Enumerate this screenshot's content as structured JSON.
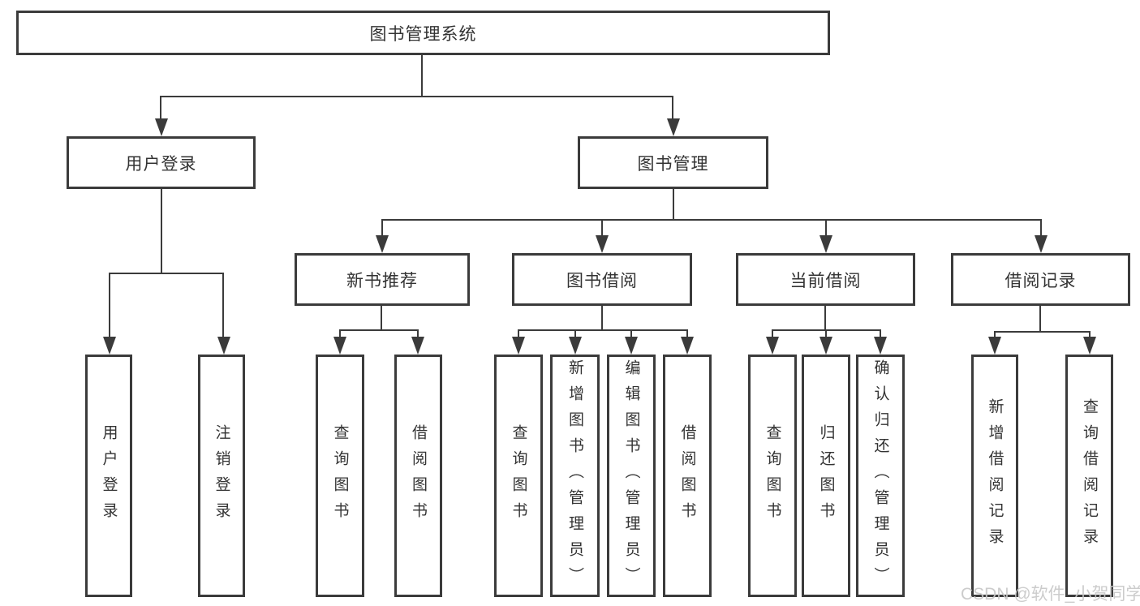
{
  "diagram": {
    "root": {
      "label": "图书管理系统"
    },
    "branches": [
      {
        "label": "用户登录",
        "children": [
          "用户登录",
          "注销登录"
        ]
      },
      {
        "label": "图书管理",
        "children": [
          {
            "label": "新书推荐",
            "children": [
              "查询图书",
              "借阅图书"
            ]
          },
          {
            "label": "图书借阅",
            "children": [
              "查询图书",
              "新增图书（管理员）",
              "编辑图书（管理员）",
              "借阅图书"
            ]
          },
          {
            "label": "当前借阅",
            "children": [
              "查询图书",
              "归还图书",
              "确认归还（管理员）"
            ]
          },
          {
            "label": "借阅记录",
            "children": [
              "新增借阅记录",
              "查询借阅记录"
            ]
          }
        ]
      }
    ],
    "watermark": "CSDN @软件_小贺同学"
  },
  "colors": {
    "line": "#3b3b3b",
    "text": "#333333",
    "watermark": "#c8c8c8",
    "background": "#ffffff"
  }
}
